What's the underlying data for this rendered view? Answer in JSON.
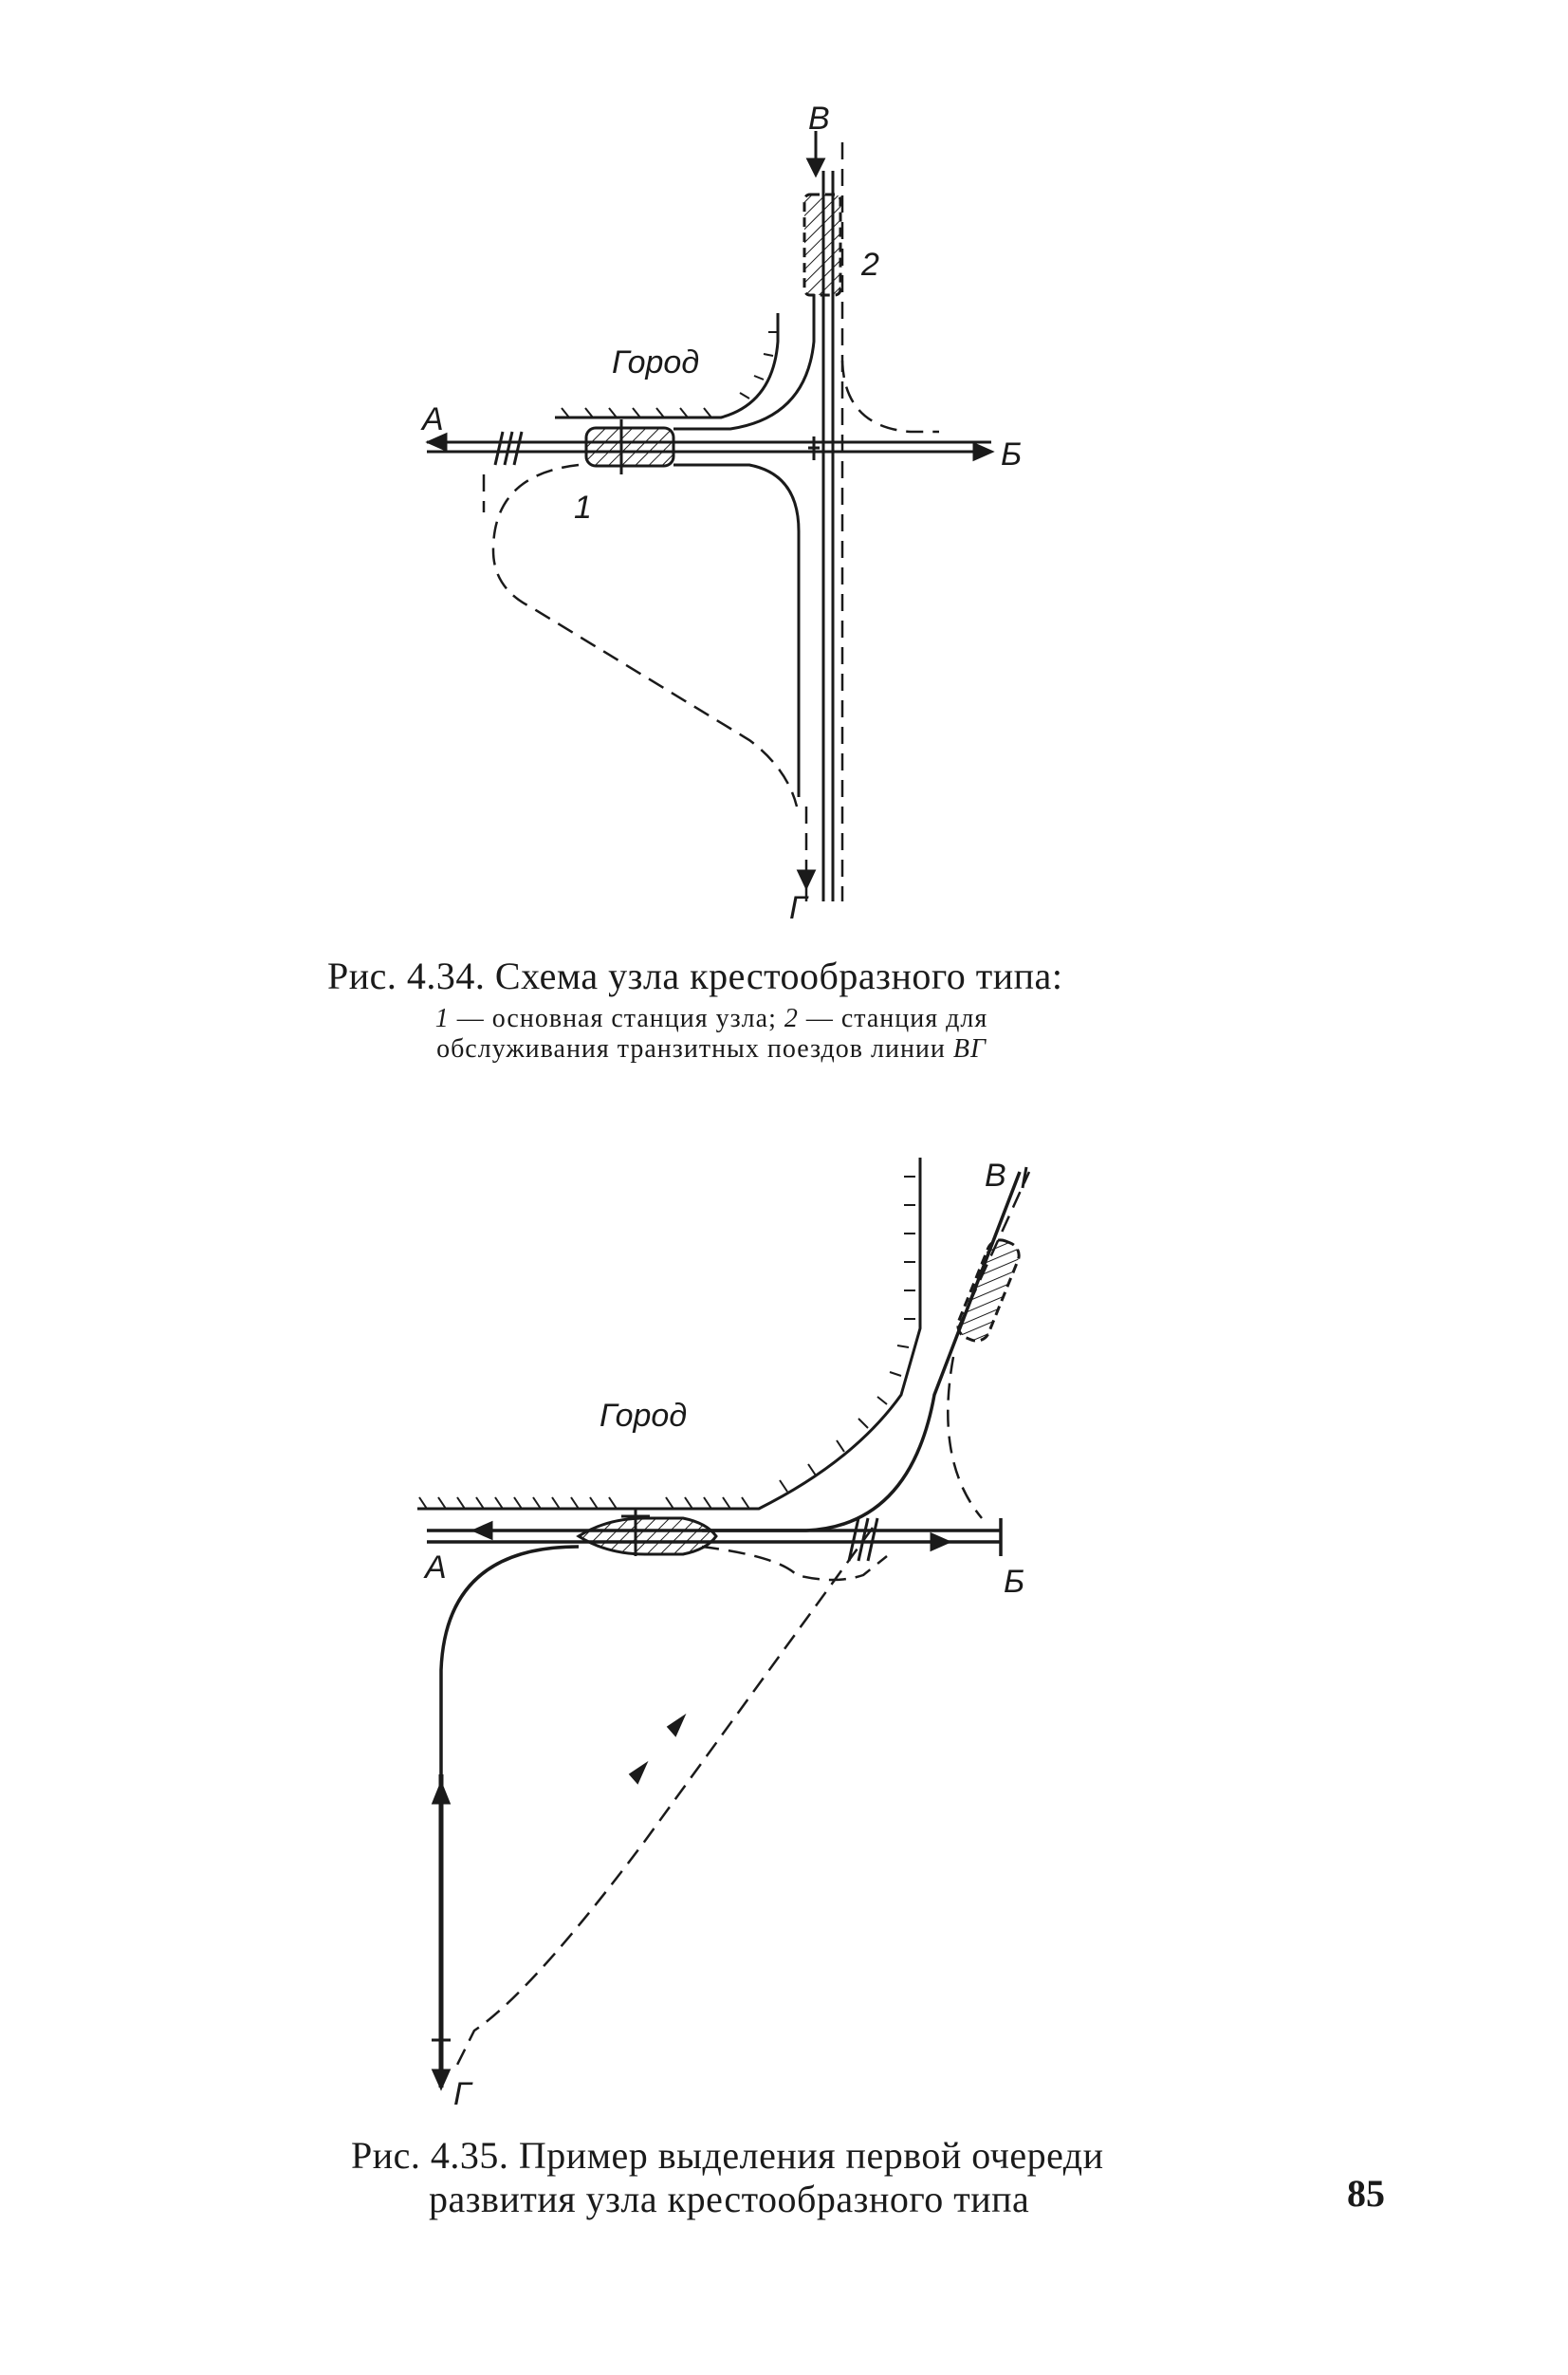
{
  "figure_434": {
    "labels": {
      "v_top": "В",
      "label_2": "2",
      "city": "Город",
      "a": "А",
      "b": "Б",
      "label_1": "1",
      "g": "Г"
    },
    "caption_title": "Рис. 4.34. Схема узла крестообразного типа:",
    "legend_1_num": "1",
    "legend_1_text": " — основная станция узла; ",
    "legend_2_num": "2",
    "legend_2_text": " — станция для обслуживания транзитных поездов линии ",
    "legend_line": "ВГ"
  },
  "figure_435": {
    "labels": {
      "v_top": "В",
      "city": "Город",
      "a": "А",
      "b": "Б",
      "g": "Г"
    },
    "caption_line1": "Рис. 4.35. Пример выделения первой очереди",
    "caption_line2": "развития узла крестообразного типа"
  },
  "page_number": "85"
}
